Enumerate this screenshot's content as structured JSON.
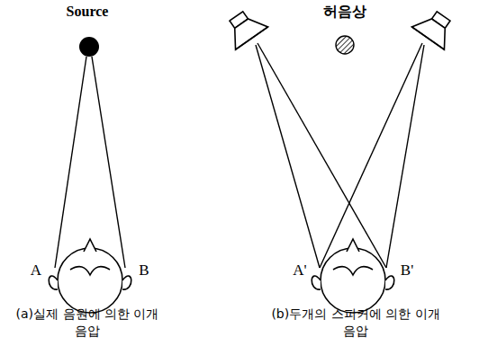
{
  "diagram": {
    "labels": [
      "Source",
      "A",
      "B",
      "(a)실제 음원에 의한 이개 음압",
      "허음상",
      "A'",
      "B'",
      "(b)두개의 스피커에 의한 이개 음압"
    ]
  }
}
